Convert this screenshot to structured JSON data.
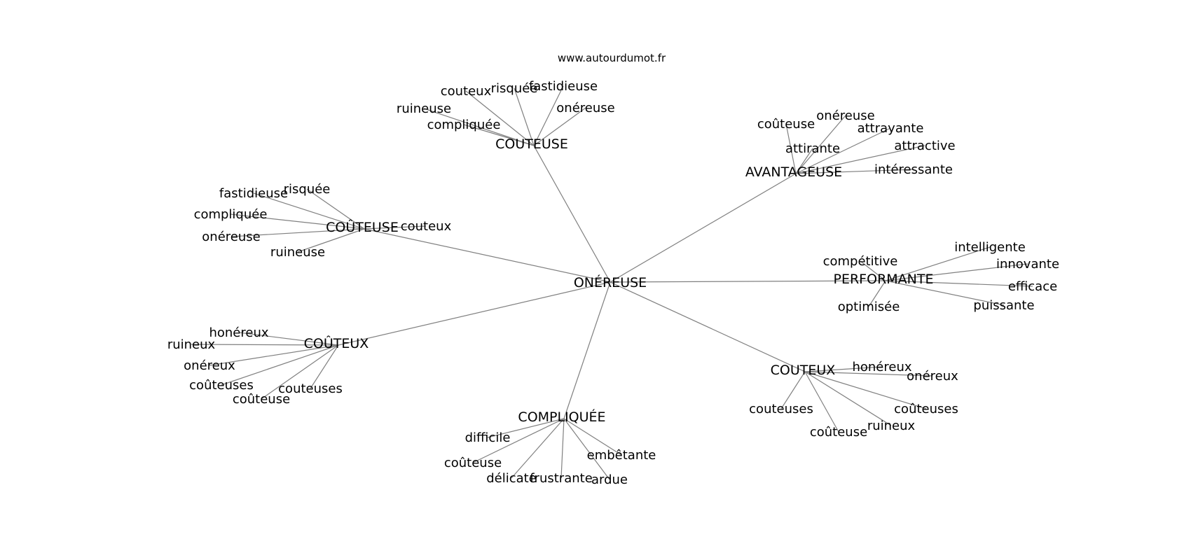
{
  "site": "www.autourdumot.fr",
  "graph": {
    "center": "ONÉREUSE",
    "groups": [
      {
        "hub": "COUTEUSE",
        "leaves": [
          "couteux",
          "risquée",
          "fastidieuse",
          "ruineuse",
          "onéreuse",
          "compliquée"
        ]
      },
      {
        "hub": "AVANTAGEUSE",
        "leaves": [
          "coûteuse",
          "onéreuse",
          "attrayante",
          "attirante",
          "attractive",
          "intéressante"
        ]
      },
      {
        "hub": "COÛTEUSE",
        "leaves": [
          "fastidieuse",
          "risquée",
          "compliquée",
          "couteux",
          "onéreuse",
          "ruineuse"
        ]
      },
      {
        "hub": "PERFORMANTE",
        "leaves": [
          "intelligente",
          "compétitive",
          "innovante",
          "efficace",
          "optimisée",
          "puissante"
        ]
      },
      {
        "hub": "COÛTEUX",
        "leaves": [
          "honéreux",
          "ruineux",
          "onéreux",
          "coûteuses",
          "couteuses",
          "coûteuse"
        ]
      },
      {
        "hub": "COUTEUX",
        "leaves": [
          "honéreux",
          "onéreux",
          "couteuses",
          "coûteuses",
          "ruineux",
          "coûteuse"
        ]
      },
      {
        "hub": "COMPLIQUÉE",
        "leaves": [
          "difficile",
          "embêtante",
          "coûteuse",
          "délicate",
          "frustrante",
          "ardue"
        ]
      }
    ]
  }
}
